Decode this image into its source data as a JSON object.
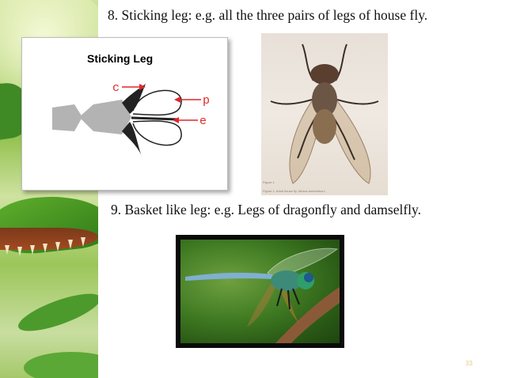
{
  "slide": {
    "heading_8": "8. Sticking leg: e.g. all the three pairs of legs of house fly.",
    "heading_9": "9. Basket like leg: e.g. Legs of dragonfly and damselfly.",
    "page_number": "33"
  },
  "diagram": {
    "title": "Sticking Leg",
    "labels": {
      "c": "c",
      "p": "p",
      "e": "e"
    },
    "label_color": "#e0272b"
  },
  "fly_photo": {
    "caption_1": "Figure 1",
    "caption_2": "Figure 1. Adult house fly, Musca domestica L."
  },
  "colors": {
    "leaf_green": "#3f8a25",
    "thorn_brown": "#7a3a1a"
  }
}
